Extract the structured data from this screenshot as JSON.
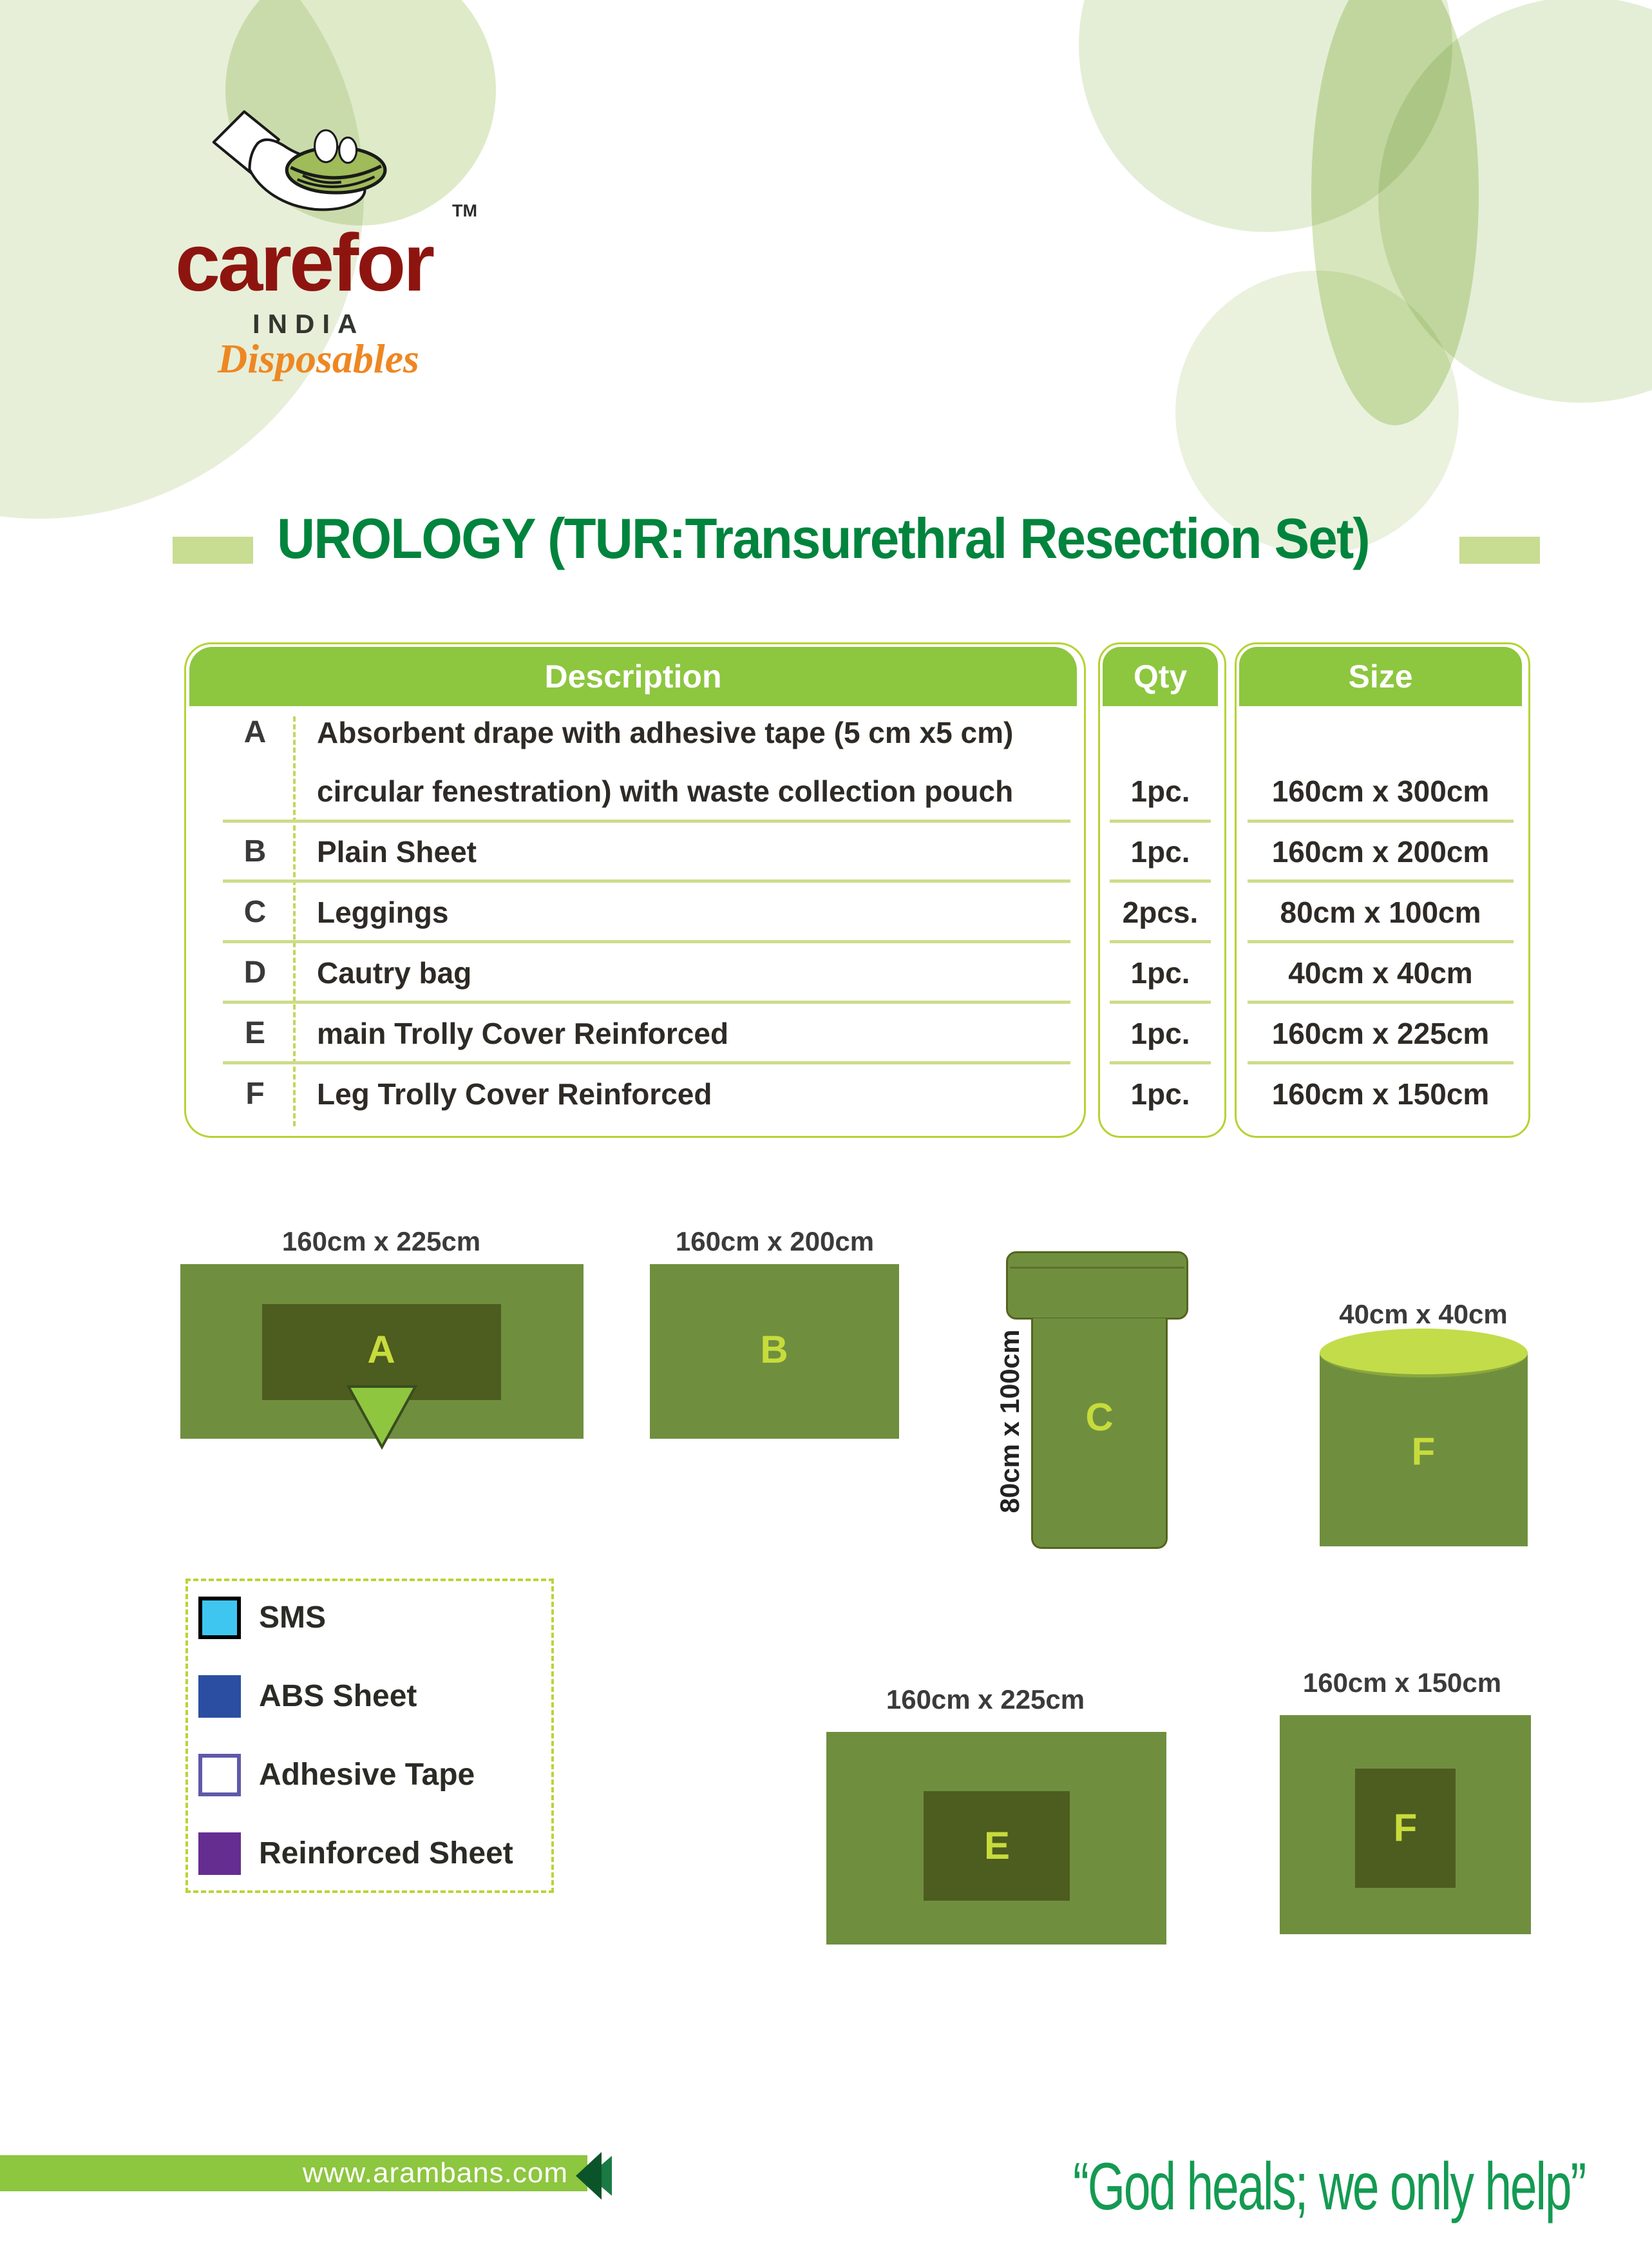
{
  "brand": {
    "name": "carefor",
    "trademark": "TM",
    "country": "INDIA",
    "tagline": "Disposables"
  },
  "title": {
    "text": "UROLOGY (TUR:Transurethral Resection Set)"
  },
  "table": {
    "headers": {
      "description": "Description",
      "qty": "Qty",
      "size": "Size"
    },
    "rows": [
      {
        "letter": "A",
        "description_line1": "Absorbent drape with adhesive tape (5 cm x5 cm)",
        "description_line2": "circular fenestration) with waste collection pouch",
        "qty": "1pc.",
        "size": "160cm x 300cm"
      },
      {
        "letter": "B",
        "description": "Plain Sheet",
        "qty": "1pc.",
        "size": "160cm x 200cm"
      },
      {
        "letter": "C",
        "description": "Leggings",
        "qty": "2pcs.",
        "size": "80cm x 100cm"
      },
      {
        "letter": "D",
        "description": "Cautry bag",
        "qty": "1pc.",
        "size": "40cm x 40cm"
      },
      {
        "letter": "E",
        "description": "main Trolly Cover Reinforced",
        "qty": "1pc.",
        "size": "160cm x 225cm"
      },
      {
        "letter": "F",
        "description": "Leg Trolly Cover Reinforced",
        "qty": "1pc.",
        "size": "160cm x 150cm"
      }
    ]
  },
  "diagrams": {
    "a": {
      "letter": "A",
      "dimension": "160cm x 225cm"
    },
    "b": {
      "letter": "B",
      "dimension": "160cm x 200cm"
    },
    "c": {
      "letter": "C",
      "dimension": "80cm x 100cm"
    },
    "cylinder": {
      "letter": "F",
      "dimension": "40cm x 40cm"
    },
    "e": {
      "letter": "E",
      "dimension": "160cm x 225cm"
    },
    "f": {
      "letter": "F",
      "dimension": "160cm x 150cm"
    }
  },
  "legend": {
    "items": [
      {
        "label": "SMS",
        "color": "#3fc6f0",
        "border": "#3fc6f0"
      },
      {
        "label": "ABS Sheet",
        "color": "#2b4ea2",
        "border": "#2b4ea2"
      },
      {
        "label": "Adhesive Tape",
        "color": "#ffffff",
        "border": "#5f5aa8"
      },
      {
        "label": "Reinforced Sheet",
        "color": "#662d91",
        "border": "#662d91"
      }
    ]
  },
  "footer": {
    "website": "www.arambans.com",
    "quote": "“God heals; we only help”"
  },
  "colors": {
    "accent_green": "#8dc63f",
    "table_border": "#b5d334",
    "title_green": "#00843d",
    "brand_red": "#8e150f",
    "brand_orange": "#ee8722",
    "drape_green": "#6f8f3f",
    "drape_dark": "#4d5c1f",
    "letter_yellow_green": "#c7dc3b",
    "quote_green": "#149a52"
  }
}
